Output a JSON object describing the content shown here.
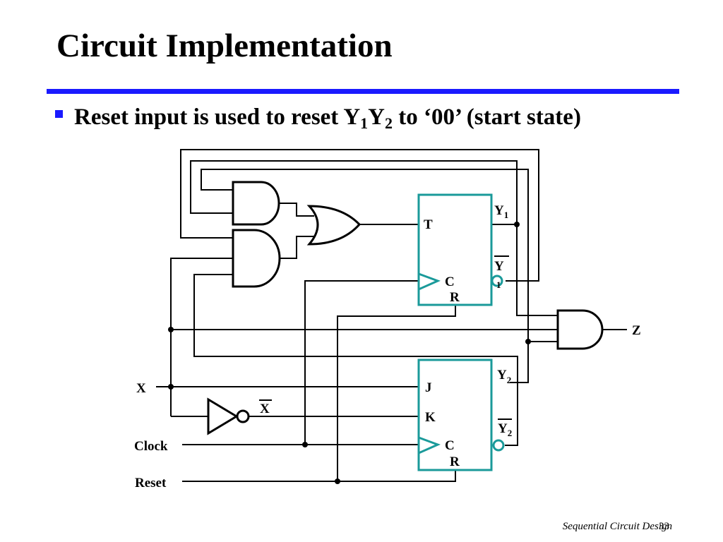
{
  "slide": {
    "title": "Circuit Implementation",
    "bullet": {
      "pre": "Reset input is used to reset Y",
      "y1_sub": "1",
      "mid": "Y",
      "y2_sub": "2",
      "post": " to ‘00’ (start state)"
    },
    "footer": "Sequential Circuit Design",
    "page_number": "33",
    "accent_color": "#1a1aff",
    "flipflop_color": "#1a9a9a"
  },
  "circuit": {
    "inputs": {
      "x": "X",
      "clock": "Clock",
      "reset": "Reset"
    },
    "output": {
      "z": "Z"
    },
    "not_output_label": "X",
    "ff_t": {
      "t_pin": "T",
      "c_pin": "C",
      "r_pin": "R",
      "q_label": "Y",
      "q_sub": "1",
      "qbar_label": "Y",
      "qbar_sub": "1"
    },
    "ff_jk": {
      "j_pin": "J",
      "k_pin": "K",
      "c_pin": "C",
      "r_pin": "R",
      "q_label": "Y",
      "q_sub": "2",
      "qbar_label": "Y",
      "qbar_sub": "2"
    }
  }
}
